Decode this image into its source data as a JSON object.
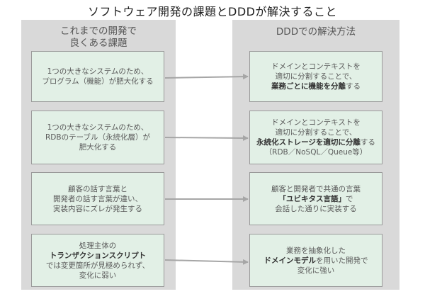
{
  "title": "ソフトウェア開発の課題とDDDが解決すること",
  "left_panel": {
    "heading_lines": [
      "これまでの開発で",
      "良くある課題"
    ],
    "boxes": [
      {
        "lines": [
          [
            {
              "t": "1つの大きなシステムのため、",
              "b": false
            }
          ],
          [
            {
              "t": "プログラム（機能）が肥大化する",
              "b": false
            }
          ]
        ]
      },
      {
        "lines": [
          [
            {
              "t": "1つの大きなシステムのため、",
              "b": false
            }
          ],
          [
            {
              "t": "RDBのテーブル（永続化層）が",
              "b": false
            }
          ],
          [
            {
              "t": "肥大化する",
              "b": false
            }
          ]
        ]
      },
      {
        "lines": [
          [
            {
              "t": "顧客の話す言葉と",
              "b": false
            }
          ],
          [
            {
              "t": "開発者の話す言葉が違い、",
              "b": false
            }
          ],
          [
            {
              "t": "実装内容にズレが発生する",
              "b": false
            }
          ]
        ]
      },
      {
        "lines": [
          [
            {
              "t": "処理主体の",
              "b": false
            }
          ],
          [
            {
              "t": "トランザクションスクリプト",
              "b": true
            }
          ],
          [
            {
              "t": "では変更箇所が見極められず、",
              "b": false
            }
          ],
          [
            {
              "t": "変化に弱い",
              "b": false
            }
          ]
        ]
      }
    ]
  },
  "right_panel": {
    "heading_lines": [
      "DDDでの解決方法"
    ],
    "boxes": [
      {
        "lines": [
          [
            {
              "t": "ドメインとコンテキストを",
              "b": false
            }
          ],
          [
            {
              "t": "適切に分割することで、",
              "b": false
            }
          ],
          [
            {
              "t": "業務ごとに機能を分離",
              "b": true
            },
            {
              "t": "する",
              "b": false
            }
          ]
        ]
      },
      {
        "lines": [
          [
            {
              "t": "ドメインとコンテキストを",
              "b": false
            }
          ],
          [
            {
              "t": "適切に分割することで、",
              "b": false
            }
          ],
          [
            {
              "t": "永続化ストレージを適切に分離",
              "b": true
            },
            {
              "t": "する",
              "b": false
            }
          ],
          [
            {
              "t": "（RDB／NoSQL／Queue等）",
              "b": false
            }
          ]
        ]
      },
      {
        "lines": [
          [
            {
              "t": "顧客と開発者で共通の言葉",
              "b": false
            }
          ],
          [
            {
              "t": "「ユビキタス言語」",
              "b": true
            },
            {
              "t": "で",
              "b": false
            }
          ],
          [
            {
              "t": "会話した通りに実装する",
              "b": false
            }
          ]
        ]
      },
      {
        "lines": [
          [
            {
              "t": "業務を抽象化した",
              "b": false
            }
          ],
          [
            {
              "t": "ドメインモデル",
              "b": true
            },
            {
              "t": "を用いた開発で",
              "b": false
            }
          ],
          [
            {
              "t": "変化に強い",
              "b": false
            }
          ]
        ]
      }
    ]
  },
  "colors": {
    "panel_bg": "#d9d9d9",
    "box_bg": "#e2f0e6",
    "box_border": "#9a9a9a",
    "arrow": "#a6a6a6",
    "text": "#595959"
  }
}
